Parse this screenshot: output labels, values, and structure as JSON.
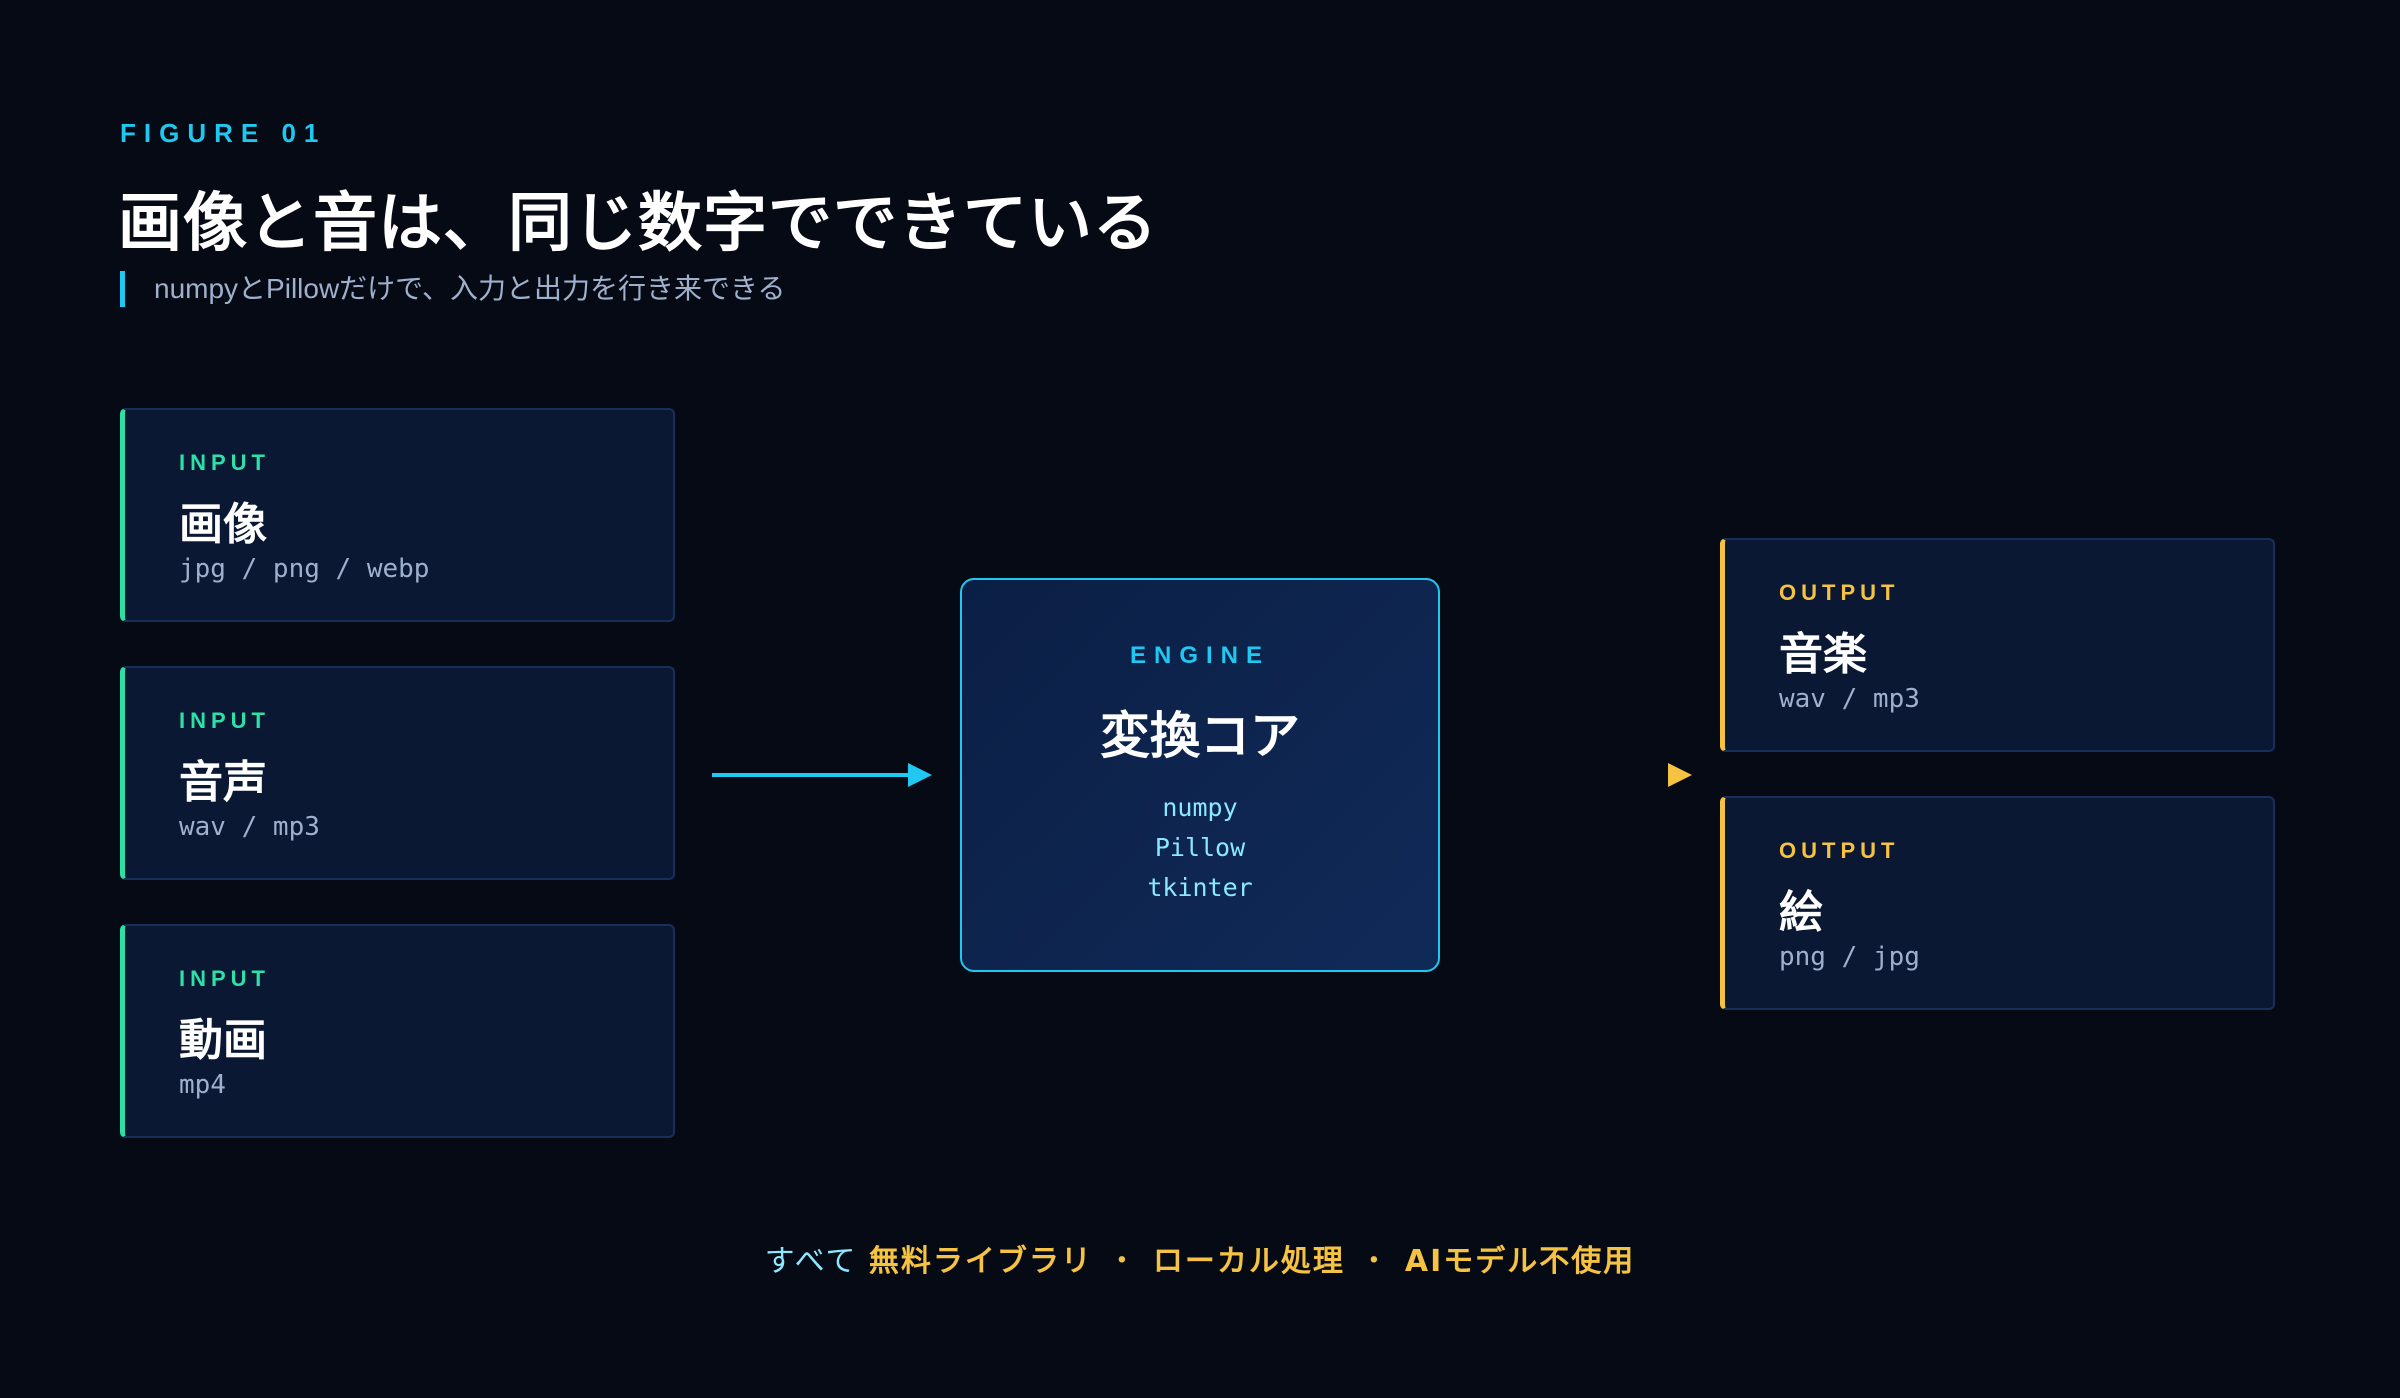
{
  "header": {
    "figure_label": "FIGURE 01",
    "title": "画像と音は、同じ数字でできている",
    "subtitle": "numpyとPillowだけで、入力と出力を行き来できる"
  },
  "inputs": [
    {
      "tag": "INPUT",
      "name": "画像",
      "formats": "jpg / png / webp"
    },
    {
      "tag": "INPUT",
      "name": "音声",
      "formats": "wav / mp3"
    },
    {
      "tag": "INPUT",
      "name": "動画",
      "formats": "mp4"
    }
  ],
  "engine": {
    "tag": "ENGINE",
    "name": "変換コア",
    "libs": [
      "numpy",
      "Pillow",
      "tkinter"
    ]
  },
  "outputs": [
    {
      "tag": "OUTPUT",
      "name": "音楽",
      "formats": "wav / mp3"
    },
    {
      "tag": "OUTPUT",
      "name": "絵",
      "formats": "png / jpg"
    }
  ],
  "footer": {
    "lead": "すべて",
    "items": [
      "無料ライブラリ",
      "ローカル処理",
      "AIモデル不使用"
    ],
    "separator": "・"
  },
  "colors": {
    "background": "#060a14",
    "input_accent": "#2de0a7",
    "output_accent": "#f5c242",
    "engine_accent": "#1ec8f0"
  }
}
